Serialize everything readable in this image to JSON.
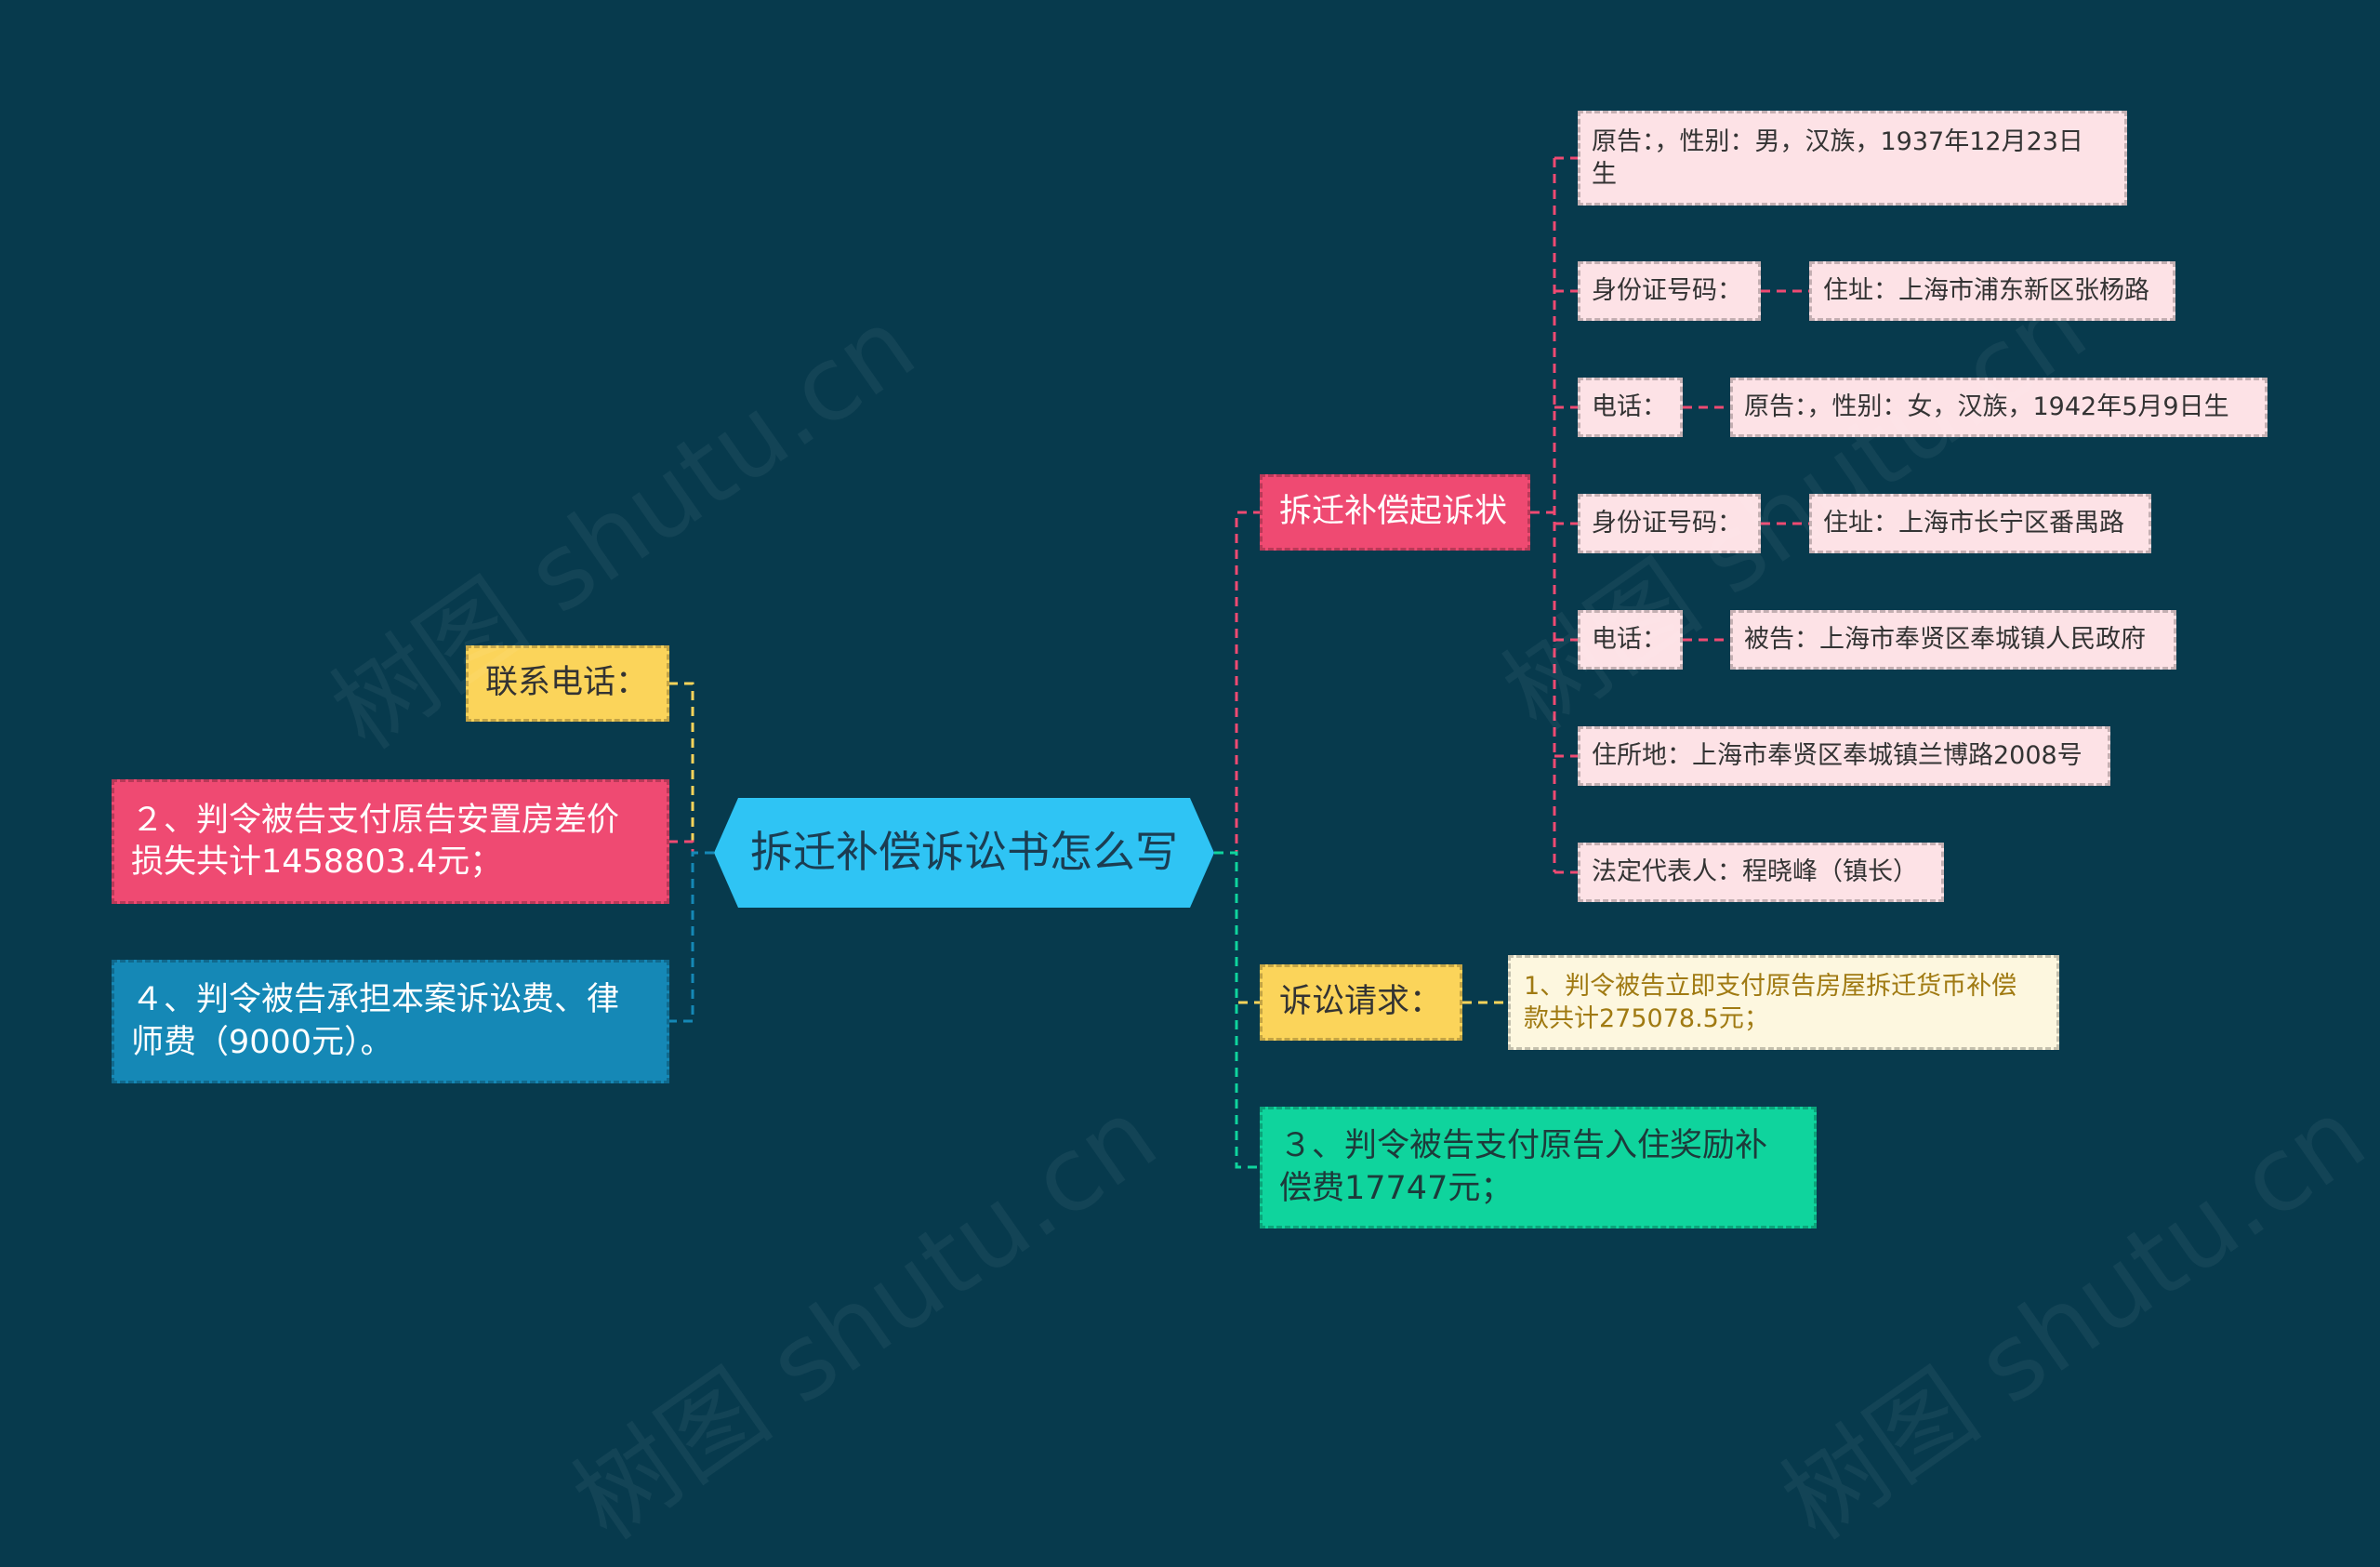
{
  "title": "拆迁补偿诉讼书怎么写",
  "colors": {
    "background": "#073a4d",
    "center": "#2fc4f4",
    "pink": "#ef4a72",
    "pink_light": "#fde2e6",
    "yellow": "#fbd45a",
    "cream": "#fdf7df",
    "green": "#0fd49d",
    "blue": "#1588b6"
  },
  "watermark": "树图 shutu.cn",
  "right": {
    "complaint": {
      "label": "拆迁补偿起诉状",
      "items": [
        "原告：，性别：男，汉族，1937年12月23日\n生",
        "身份证号码：",
        "住址：上海市浦东新区张杨路",
        "电话：",
        "原告：，性别：女，汉族，1942年5月9日生",
        "身份证号码：",
        "住址：上海市长宁区番禺路",
        "电话：",
        "被告：上海市奉贤区奉城镇人民政府",
        "住所地：上海市奉贤区奉城镇兰博路2008号",
        "法定代表人：程晓峰（镇长）"
      ]
    },
    "claims": {
      "label": "诉讼请求：",
      "detail": "1、判令被告立即支付原告房屋拆迁货币补偿\n款共计275078.5元；"
    },
    "item3": "３、判令被告支付原告入住奖励补\n偿费17747元；"
  },
  "left": {
    "contact": "联系电话：",
    "item2": "２、判令被告支付原告安置房差价\n损失共计1458803.4元；",
    "item4": "４、判令被告承担本案诉讼费、律\n师费（9000元）。"
  }
}
